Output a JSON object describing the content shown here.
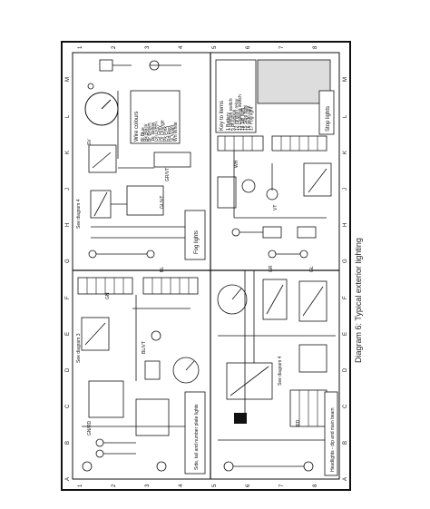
{
  "caption": "Diagram 6: Typical exterior lighting",
  "border_letters": [
    "A",
    "B",
    "C",
    "D",
    "E",
    "F",
    "G",
    "H",
    "J",
    "K",
    "L",
    "M"
  ],
  "border_numbers": [
    "1",
    "2",
    "3",
    "4",
    "5",
    "6",
    "7",
    "8"
  ],
  "wire_colours": {
    "title": "Wire colours",
    "items": [
      "Bl Blue",
      "Bk Black",
      "Br Brown",
      "Ye Yellow",
      "Gn Green",
      "Gr Grey",
      "Or Orange",
      "Pk Pink",
      "Rd Red",
      "Vi Violet",
      "Wh White"
    ]
  },
  "key_to_items": {
    "title": "Key to items",
    "items": [
      "1 Battery",
      "2 Ignition switch",
      "3 Fusebox",
      "12 Ignition relay",
      "13 Lighting switch",
      "14 Tail light",
      "15 Stop light",
      "16 Side light",
      "17 Fog light"
    ]
  },
  "panels": {
    "top_left": "Fog lights",
    "top_right": "Stop lights",
    "bottom_left": "Side, tail and number plate lights",
    "bottom_right": "Headlights - dip and main beam"
  },
  "see_diagram_labels": [
    "See diagram 4",
    "See diagram 3",
    "See diagram 4"
  ],
  "wire_labels": [
    "GN/RD",
    "BL/VT",
    "GL/VT",
    "GR/VT",
    "WH",
    "RD",
    "GN",
    "GR",
    "BL",
    "SV",
    "VT",
    "GL"
  ],
  "colors": {
    "ink": "#111111",
    "paper": "#ffffff"
  }
}
